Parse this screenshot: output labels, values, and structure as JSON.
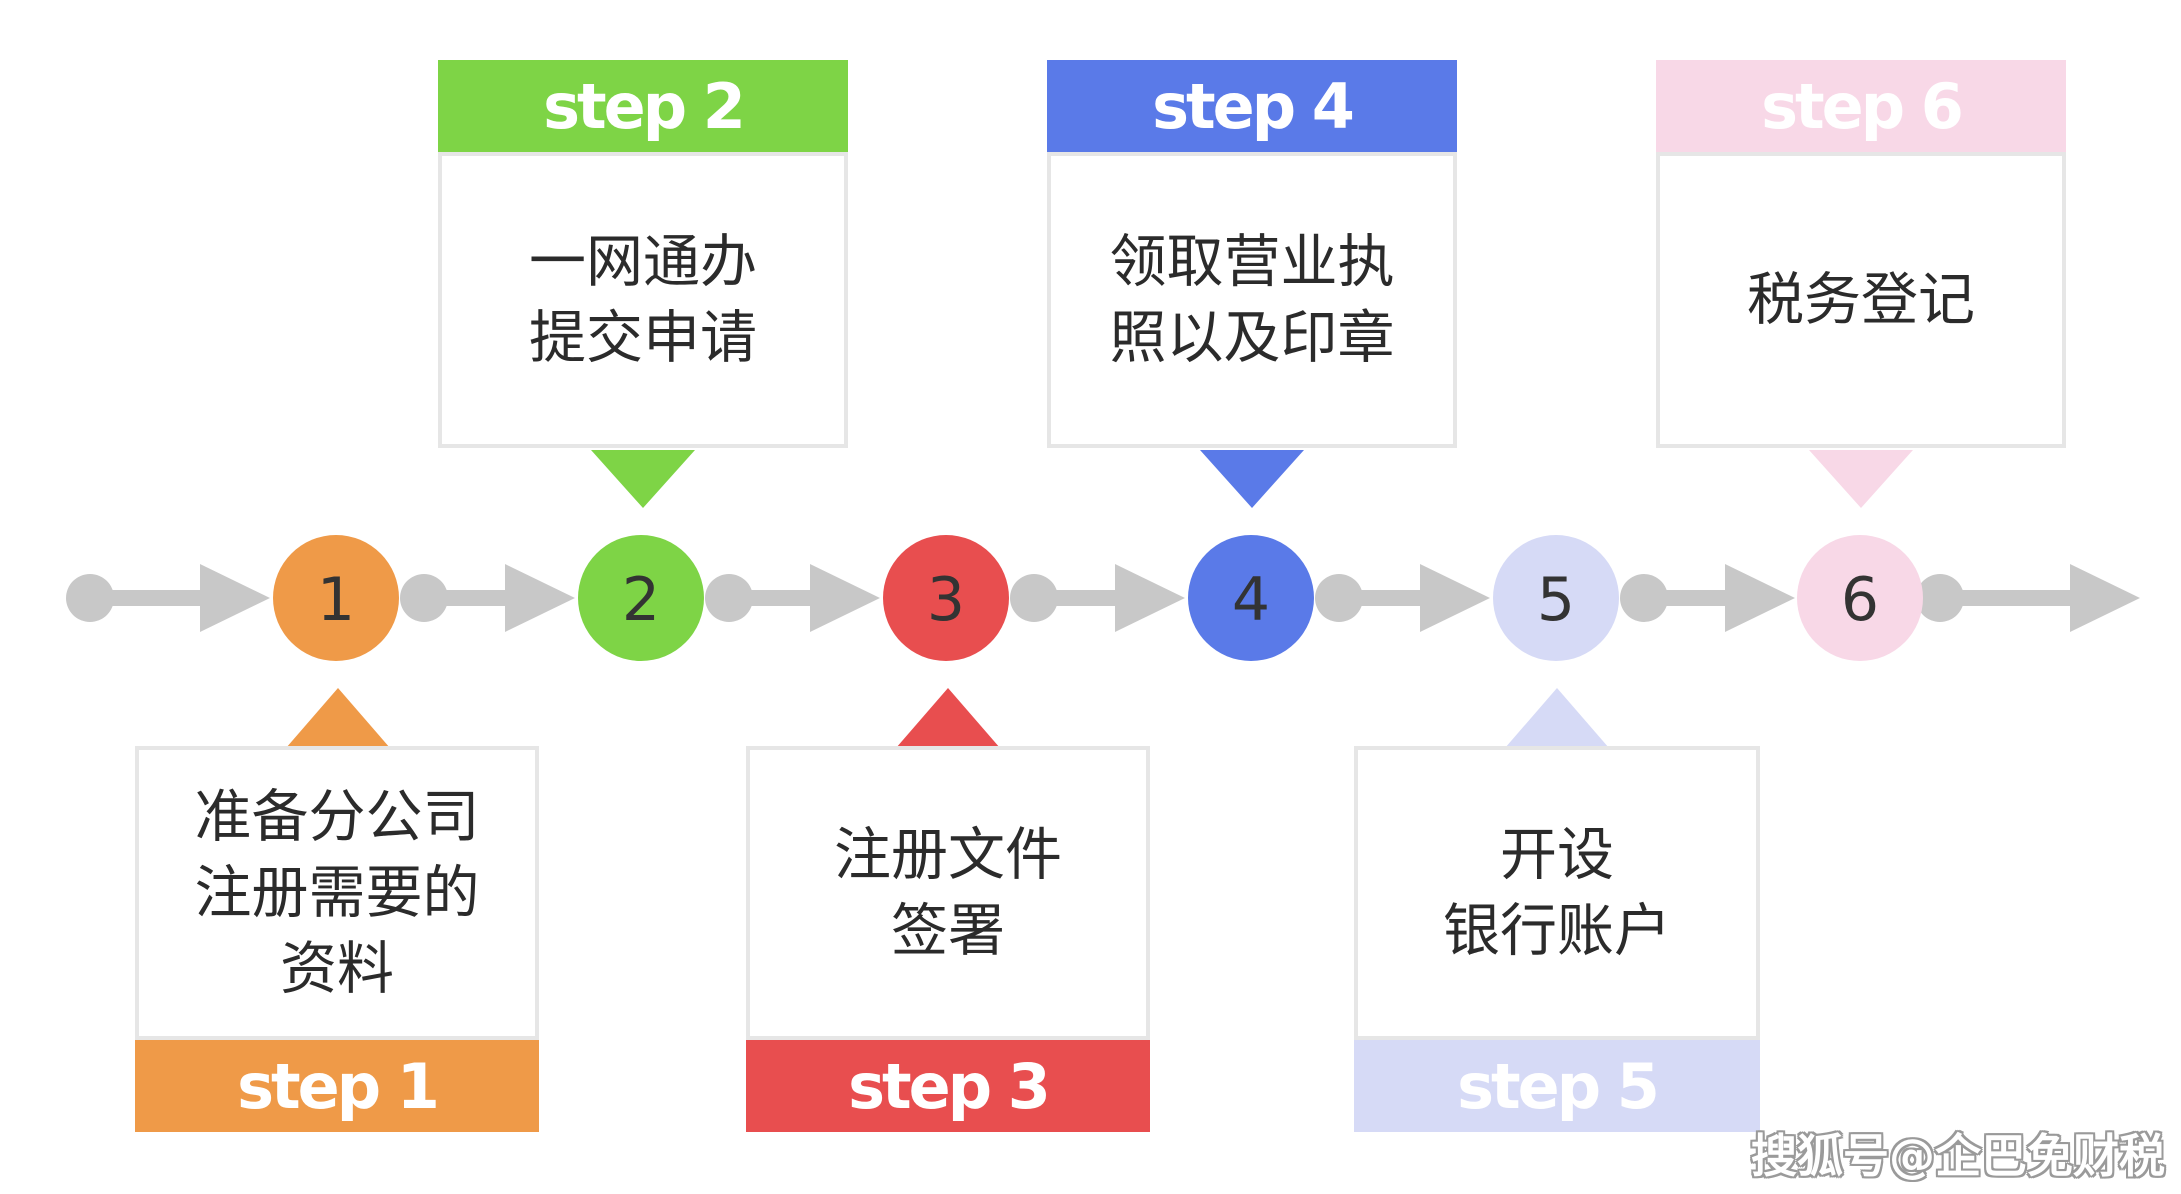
{
  "steps": [
    {
      "num": "1",
      "tag": "step 1",
      "text": "准备分公司\n注册需要的\n资料",
      "color": "#ef9a48",
      "text_color": "#333333"
    },
    {
      "num": "2",
      "tag": "step 2",
      "text": "一网通办\n提交申请",
      "color": "#7ed446",
      "text_color": "#333333"
    },
    {
      "num": "3",
      "tag": "step 3",
      "text": "注册文件\n签署",
      "color": "#e84e4f",
      "text_color": "#333333"
    },
    {
      "num": "4",
      "tag": "step 4",
      "text": "领取营业执\n照以及印章",
      "color": "#5a7ae8",
      "text_color": "#333333"
    },
    {
      "num": "5",
      "tag": "step 5",
      "text": "开设\n银行账户",
      "color": "#d6daf6",
      "text_color": "#333333"
    },
    {
      "num": "6",
      "tag": "step 6",
      "text": "税务登记",
      "color": "#f8d8e7",
      "text_color": "#333333"
    }
  ],
  "line_color": "#c8c8c8",
  "watermark": "搜狐号@企巴免财税"
}
